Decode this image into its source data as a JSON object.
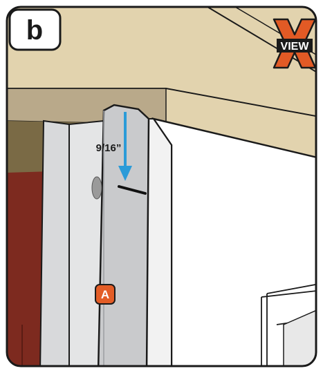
{
  "step": {
    "label": "b"
  },
  "badge": {
    "text": "VIEW",
    "letter_mark": "X"
  },
  "measurement": {
    "text": "9/16”"
  },
  "part_callout": {
    "label": "A"
  },
  "colors": {
    "ceiling": "#E2D3AE",
    "wall_trim": "#B9A98A",
    "wall_dark": "#7D2A1F",
    "door_panel": "#FFFFFF",
    "weatherstrip": "#C9CACC",
    "arrow": "#2B9BD8",
    "badge_orange": "#E25A25",
    "callout_orange": "#E35D27",
    "outline": "#1A1A1A"
  }
}
